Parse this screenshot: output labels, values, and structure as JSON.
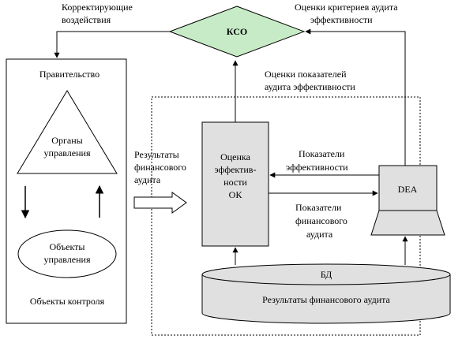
{
  "colors": {
    "diamond_fill": "#c6ebc6",
    "box_fill": "#e0e0e0",
    "db_fill": "#e0e0e0",
    "stroke": "#000000"
  },
  "labels": {
    "corrective_line1": "Корректирующие",
    "corrective_line2": "воздействия",
    "criteria_line1": "Оценки критериев аудита",
    "criteria_line2": "эффективности",
    "kso": "КСО",
    "indicators_line1": "Оценки показателей",
    "indicators_line2": "аудита эффективности",
    "government": "Правительство",
    "organs_line1": "Органы",
    "organs_line2": "управления",
    "objects_line1": "Объекты",
    "objects_line2": "управления",
    "control_objects": "Объекты контроля",
    "results_line1": "Результаты",
    "results_line2": "финансового",
    "results_line3": "аудита",
    "eval_line1": "Оценка",
    "eval_line2": "эффектив-",
    "eval_line3": "ности",
    "eval_line4": "ОК",
    "perf_line1": "Показатели",
    "perf_line2": "эффективности",
    "fin_line1": "Показатели",
    "fin_line2": "финансового",
    "fin_line3": "аудита",
    "dea": "DEA",
    "db": "БД",
    "db_results": "Результаты финансового аудита"
  }
}
